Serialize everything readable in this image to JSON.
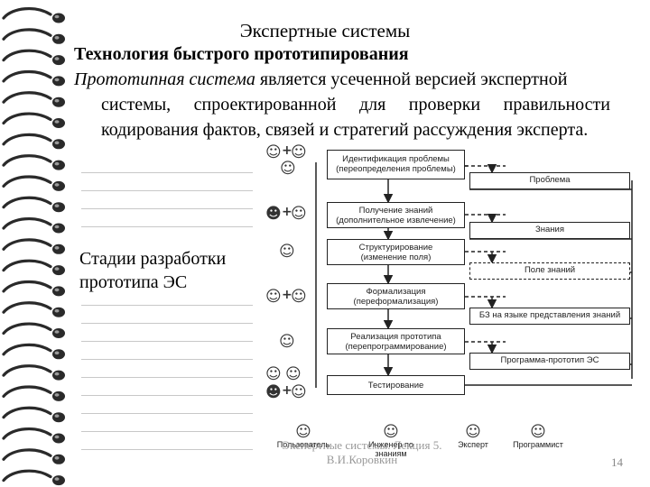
{
  "slide": {
    "title": "Экспертные системы",
    "subtitle": "Технология быстрого прототипирования",
    "paragraph_italic": "Прототипная система",
    "paragraph_first_rest": " является усеченной версией экспертной",
    "paragraph_rest": "системы, спроектированной для проверки правильности кодирования фактов, связей и стратегий рассуждения эксперта.",
    "stages_label_1": "Стадии разработки",
    "stages_label_2": "прототипа ЭС",
    "footer": "Экспертные системы. Лекция 5. В.И.Коровкин",
    "page_number": "14"
  },
  "diagram": {
    "stages": [
      {
        "name": "Идентификация проблемы",
        "sub": "(переопределения проблемы)"
      },
      {
        "name": "Получение знаний",
        "sub": "(дополнительное извлечение)"
      },
      {
        "name": "Структурирование",
        "sub": "(изменение поля)"
      },
      {
        "name": "Формализация",
        "sub": "(переформализация)"
      },
      {
        "name": "Реализация прототипа",
        "sub": "(перепрограммирование)"
      },
      {
        "name": "Тестирование",
        "sub": ""
      }
    ],
    "outputs": [
      "Проблема",
      "Знания",
      "Поле знаний",
      "БЗ на языке представления знаний",
      "Программа-прототип ЭС"
    ],
    "legend": [
      "Пользователь",
      "Инженер по знаниям",
      "Эксперт",
      "Программист"
    ]
  },
  "colors": {
    "text": "#000000",
    "muted": "#888888",
    "rule": "#c8c8c8",
    "ring": "#2a2a2a"
  },
  "icons": [
    "notebook-ring-icon",
    "face-icon",
    "plus-icon",
    "arrow-icon"
  ]
}
